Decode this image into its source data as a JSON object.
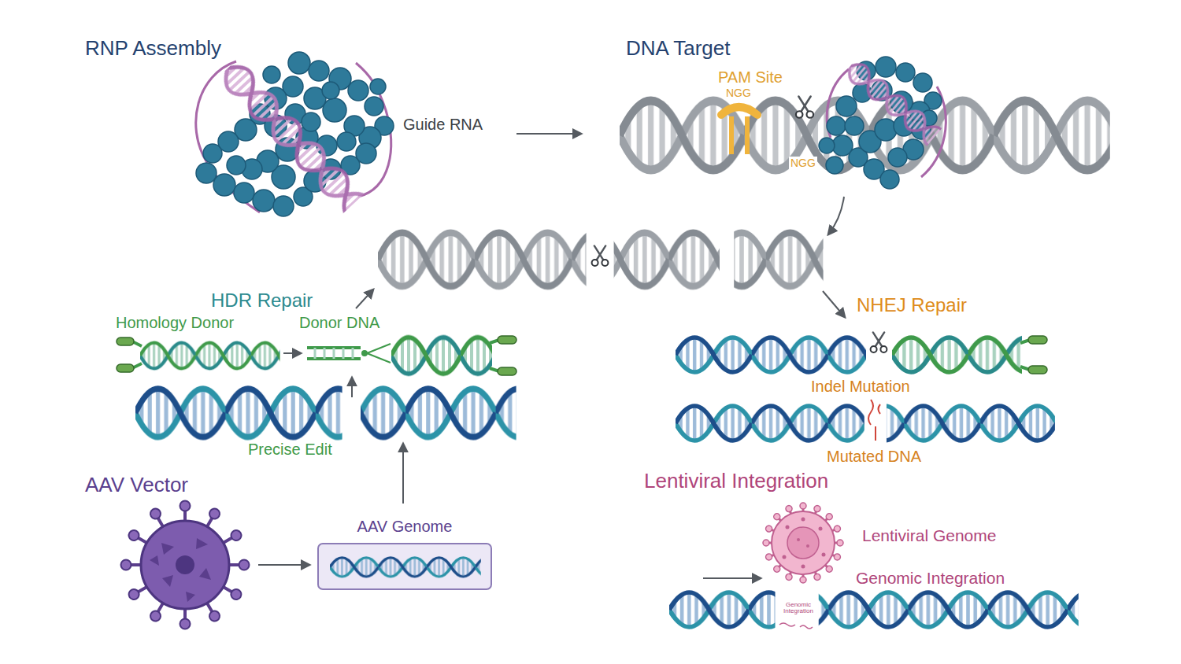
{
  "diagram": {
    "nodes": [
      {
        "text": [
          "AAV Genome"
        ]
      }
    ],
    "labels": [
      "RNP Assembly",
      "DNA Target",
      "PAM Site",
      "NGG",
      "Guide RNA",
      "NGG",
      "HDR Repair",
      "NHEJ Repair",
      "Homology Donor",
      "Donor DNA",
      "Indel Mutation",
      "Precise Edit",
      "Mutated DNA",
      "AAV Vector",
      "Lentiviral Integration",
      "Lentiviral Genome",
      "Genomic Integration",
      "Genomic Integration"
    ]
  }
}
